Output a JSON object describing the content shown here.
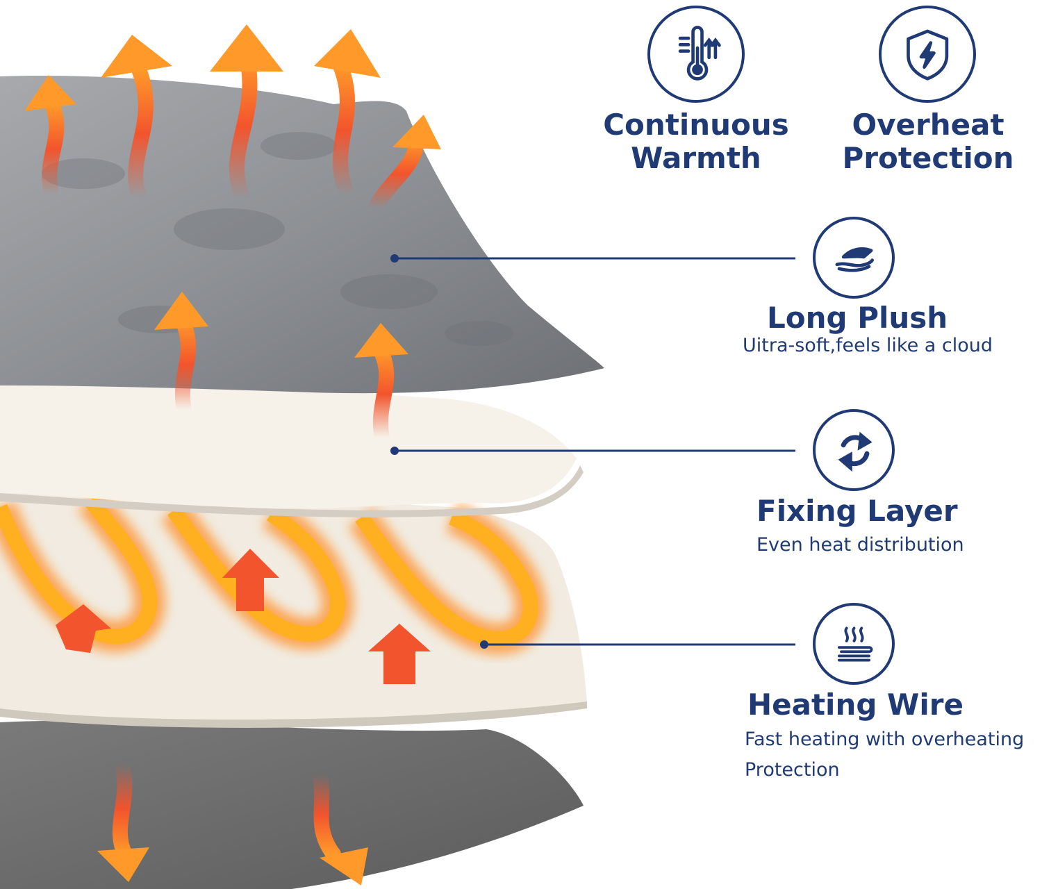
{
  "top_features": [
    {
      "icon": "thermometer-icon",
      "line1": "Continuous",
      "line2": "Warmth"
    },
    {
      "icon": "shield-bolt-icon",
      "line1": "Overheat",
      "line2": "Protection"
    }
  ],
  "layers": [
    {
      "icon": "hand-feather-icon",
      "title": "Long Plush",
      "desc": "Uitra-soft,feels like a cloud"
    },
    {
      "icon": "recycle-arrows-icon",
      "title": "Fixing Layer",
      "desc": "Even heat distribution"
    },
    {
      "icon": "heat-waves-icon",
      "title": "Heating Wire",
      "desc_line1": "Fast heating with overheating",
      "desc_line2": "Protection"
    }
  ],
  "colors": {
    "navy": "#1f3a74",
    "heat_orange": "#ff7a1a",
    "heat_red": "#f2542d",
    "plush_gray": "#8d8f93",
    "fabric_white": "#f4efe6",
    "felt_gray": "#6f6f6f"
  }
}
